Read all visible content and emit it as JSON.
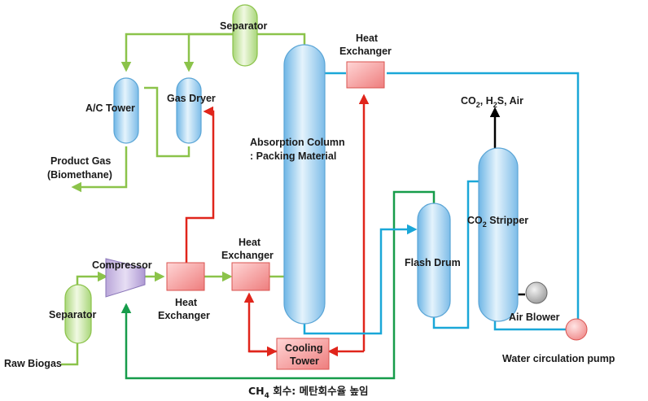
{
  "labels": {
    "separator_top": "Separator",
    "heat_exchanger_top_1": "Heat",
    "heat_exchanger_top_2": "Exchanger",
    "ac_tower": "A/C Tower",
    "gas_dryer": "Gas Dryer",
    "co2_prefix": "CO",
    "co2_h2s_sub1": "2",
    "co2_h2s_mid": ", H",
    "co2_h2s_sub2": "2",
    "co2_h2s_suffix": "S, Air",
    "absorption_1": "Absorption Column",
    "absorption_2": ": Packing Material",
    "product_gas_1": "Product Gas",
    "product_gas_2": "(Biomethane)",
    "co2_stripper_prefix": "CO",
    "co2_stripper_sub": "2",
    "co2_stripper_suffix": " Stripper",
    "compressor": "Compressor",
    "heat_exchanger_mid_1": "Heat",
    "heat_exchanger_mid_2": "Exchanger",
    "flash_drum": "Flash Drum",
    "separator_bottom": "Separator",
    "heat_exchanger_low_1": "Heat",
    "heat_exchanger_low_2": "Exchanger",
    "air_blower": "Air Blower",
    "cooling_tower_1": "Cooling",
    "cooling_tower_2": "Tower",
    "raw_biogas": "Raw Biogas",
    "water_pump": "Water circulation pump",
    "ch4_prefix": "CH",
    "ch4_sub": "4",
    "ch4_suffix": " 회수: 메탄회수율 높임"
  },
  "colors": {
    "gas_line": "#8bc34a",
    "return_line": "#169c4a",
    "heat_line": "#e0251b",
    "water_line": "#1aa7d8",
    "vessel_blue": "#a9d4f2",
    "vessel_green": "#d3ecb0",
    "heat_exchanger": "#f59a9a",
    "compressor": "#c1b2dd"
  }
}
